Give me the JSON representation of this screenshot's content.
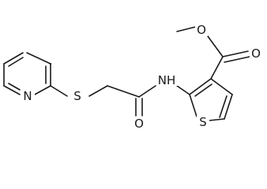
{
  "atoms": {
    "pyridine_n": "N",
    "thioether_s": "S",
    "amide_nh": "NH",
    "amide_o": "O",
    "thiophene_s": "S",
    "ester_o_single": "O",
    "ester_o_double": "O"
  },
  "colors": {
    "bond": "#1a1a1a",
    "background": "#ffffff"
  }
}
